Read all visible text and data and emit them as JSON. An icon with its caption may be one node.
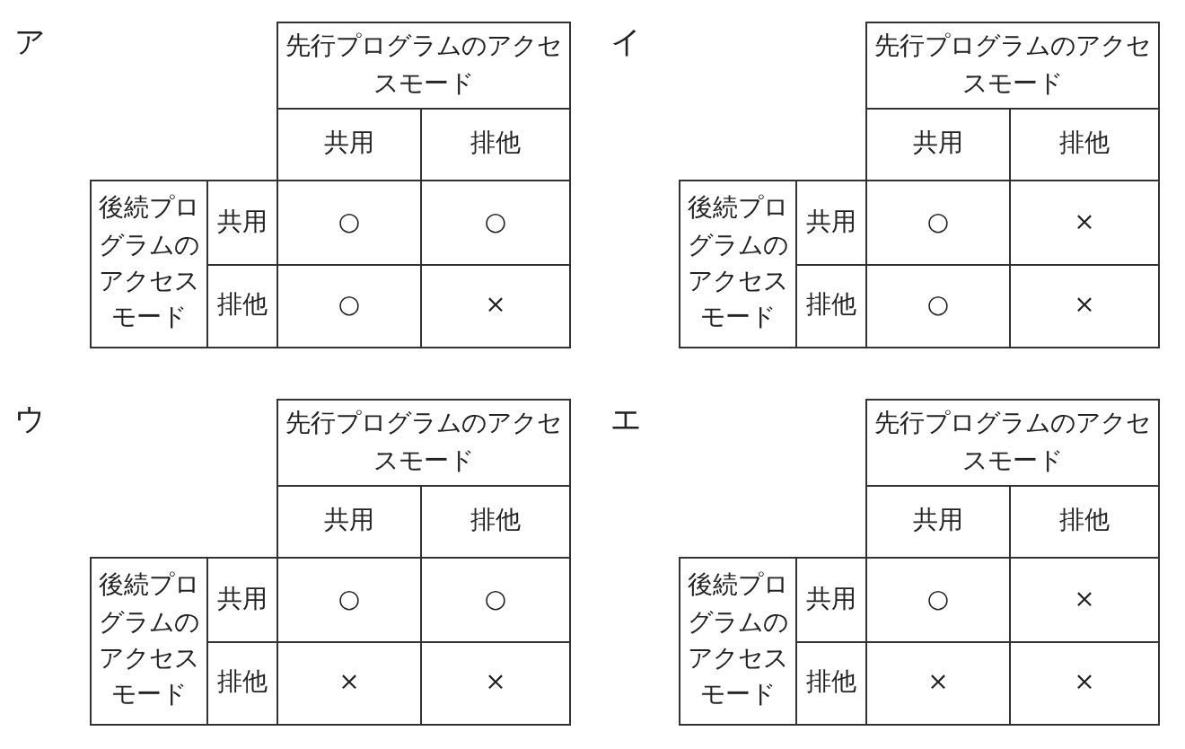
{
  "diagram": {
    "labels": [
      "ア",
      "先行プログラムのアクセスモード",
      "共用",
      "排他",
      "後続プログラムのアクセスモード",
      "共用",
      "○",
      "○",
      "排他",
      "○",
      "×",
      "イ",
      "先行プログラムのアクセスモード",
      "共用",
      "排他",
      "後続プログラムのアクセスモード",
      "共用",
      "○",
      "×",
      "排他",
      "○",
      "×",
      "ウ",
      "先行プログラムのアクセスモード",
      "共用",
      "排他",
      "後続プログラムのアクセスモード",
      "共用",
      "○",
      "○",
      "排他",
      "×",
      "×",
      "エ",
      "先行プログラムのアクセスモード",
      "共用",
      "排他",
      "後続プログラムのアクセスモード",
      "共用",
      "○",
      "×",
      "排他",
      "×",
      "×"
    ]
  }
}
